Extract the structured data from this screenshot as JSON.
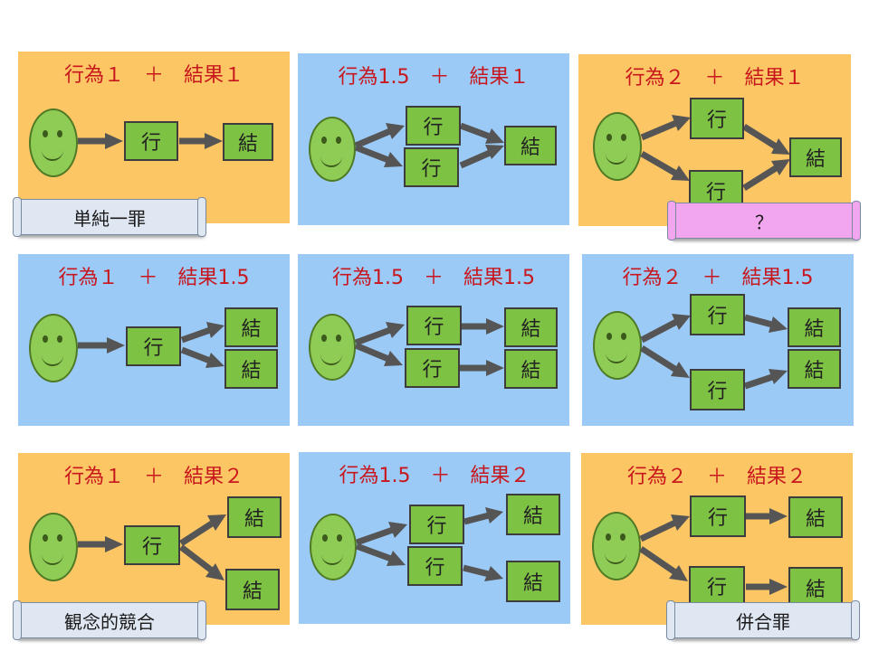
{
  "colors": {
    "orange_panel": "#fcc665",
    "blue_panel": "#9ccaf6",
    "title_red": "#c8161d",
    "box_green": "#7dc242",
    "face_green": "#8fcc55",
    "arrow_gray": "#555555",
    "label_blue": "#dfe7f2",
    "label_pink": "#f3a6f0"
  },
  "panels": [
    {
      "title": "行為１　＋　結果１",
      "color": "orange"
    },
    {
      "title": "行為1.5　＋　結果１",
      "color": "blue"
    },
    {
      "title": "行為２　＋　結果１",
      "color": "orange"
    },
    {
      "title": "行為１　＋　結果1.5",
      "color": "blue"
    },
    {
      "title": "行為1.5　＋　結果1.5",
      "color": "blue"
    },
    {
      "title": "行為２　＋　結果1.5",
      "color": "blue"
    },
    {
      "title": "行為１　＋　結果２",
      "color": "orange"
    },
    {
      "title": "行為1.5　＋　結果２",
      "color": "blue"
    },
    {
      "title": "行為２　＋　結果２",
      "color": "orange"
    }
  ],
  "box_labels": {
    "act": "行",
    "result": "結"
  },
  "labels": {
    "simple_crime": "単純一罪",
    "unknown": "？",
    "ideal_concurrence": "観念的競合",
    "combined_crimes": "併合罪"
  }
}
